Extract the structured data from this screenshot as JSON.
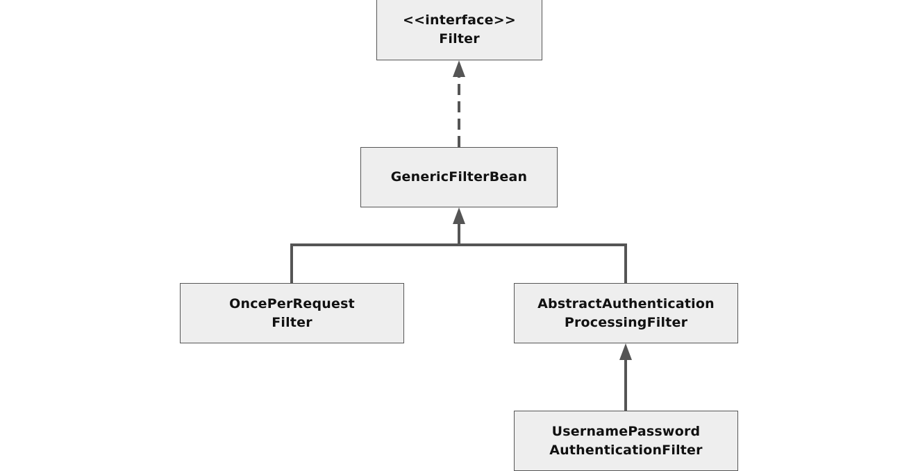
{
  "nodes": {
    "filter": {
      "line1": "<<interface>>",
      "line2": "Filter"
    },
    "generic": {
      "line1": "GenericFilterBean"
    },
    "once": {
      "line1": "OncePerRequest",
      "line2": "Filter"
    },
    "abstract": {
      "line1": "AbstractAuthentication",
      "line2": "ProcessingFilter"
    },
    "username": {
      "line1": "UsernamePassword",
      "line2": "AuthenticationFilter"
    }
  },
  "edges": [
    {
      "from": "GenericFilterBean",
      "to": "Filter",
      "style": "dashed",
      "kind": "realization"
    },
    {
      "from": "OncePerRequestFilter",
      "to": "GenericFilterBean",
      "style": "solid",
      "kind": "generalization"
    },
    {
      "from": "AbstractAuthenticationProcessingFilter",
      "to": "GenericFilterBean",
      "style": "solid",
      "kind": "generalization"
    },
    {
      "from": "UsernamePasswordAuthenticationFilter",
      "to": "AbstractAuthenticationProcessingFilter",
      "style": "solid",
      "kind": "generalization"
    }
  ],
  "colors": {
    "box_fill": "#eeeeee",
    "box_border": "#555555",
    "edge": "#555555",
    "text": "#111111"
  }
}
